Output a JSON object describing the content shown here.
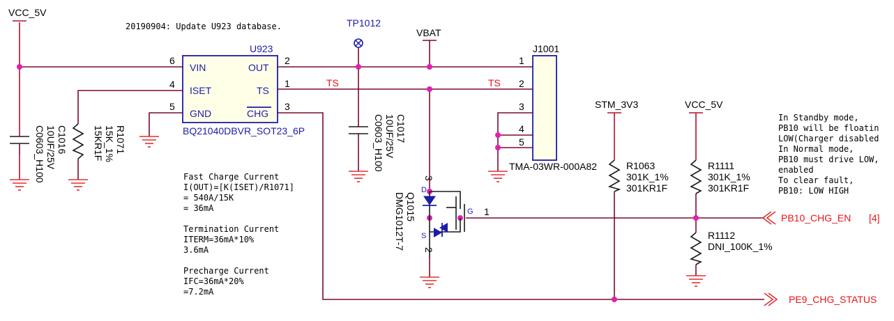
{
  "notes": {
    "update": "20190904: Update U923 database.",
    "calc": [
      "Fast Charge Current",
      "I(OUT)=[K(ISET)/R1071]",
      "= 540A/15K",
      "= 36mA",
      "",
      "Termination Current",
      "ITERM=36mA*10%",
      "3.6mA",
      "",
      "Precharge Current",
      "IFC=36mA*20%",
      "=7.2mA"
    ],
    "standby": [
      "In Standby mode,",
      "PB10 will be floatin",
      "LOW(Charger disabled",
      "In Normal mode,",
      "PB10 must drive LOW,",
      "enabled",
      "To clear fault,",
      "PB10: LOW    HIGH"
    ]
  },
  "power": {
    "vcc5v_left": "VCC_5V",
    "vbat": "VBAT",
    "stm3v3": "STM_3V3",
    "vcc5v_right": "VCC_5V"
  },
  "testpoint": "TP1012",
  "u923": {
    "ref": "U923",
    "part": "BQ21040DBVR_SOT23_6P",
    "pins_left": [
      {
        "num": "6",
        "name": "VIN"
      },
      {
        "num": "4",
        "name": "ISET"
      },
      {
        "num": "5",
        "name": "GND"
      }
    ],
    "pins_right": [
      {
        "num": "2",
        "name": "OUT"
      },
      {
        "num": "1",
        "name": "TS"
      },
      {
        "num": "3",
        "name": "CHG"
      }
    ]
  },
  "j1001": {
    "ref": "J1001",
    "part": "TMA-03WR-000A82",
    "pins": [
      "1",
      "2",
      "3",
      "4",
      "5"
    ]
  },
  "nets": {
    "ts1": "TS",
    "ts2": "TS"
  },
  "c1016": {
    "ref": "C1016",
    "value": "10UF/25V",
    "pkg": "C0603_H100"
  },
  "r1071": {
    "ref": "R1071",
    "value": "15K_1%",
    "code": "15KR1F"
  },
  "c1017": {
    "ref": "C1017",
    "value": "10UF/25V",
    "pkg": "C0603_H100"
  },
  "q1015": {
    "ref": "Q1015",
    "part": "DMG1012T-7",
    "pin_d": "D",
    "pin_g": "G",
    "pin_s": "S",
    "num_top": "3",
    "num_bottom": "2",
    "num_gate": "1"
  },
  "r1063": {
    "ref": "R1063",
    "value": "301K_1%",
    "code": "301KR1F"
  },
  "r1111": {
    "ref": "R1111",
    "value": "301K_1%",
    "code": "301KR1F"
  },
  "r1112": {
    "ref": "R1112",
    "value": "DNI_100K_1%"
  },
  "ports": {
    "pb10": "PB10_CHG_EN",
    "pb10_ref": "[4]",
    "pe9": "PE9_CHG_STATUS"
  }
}
